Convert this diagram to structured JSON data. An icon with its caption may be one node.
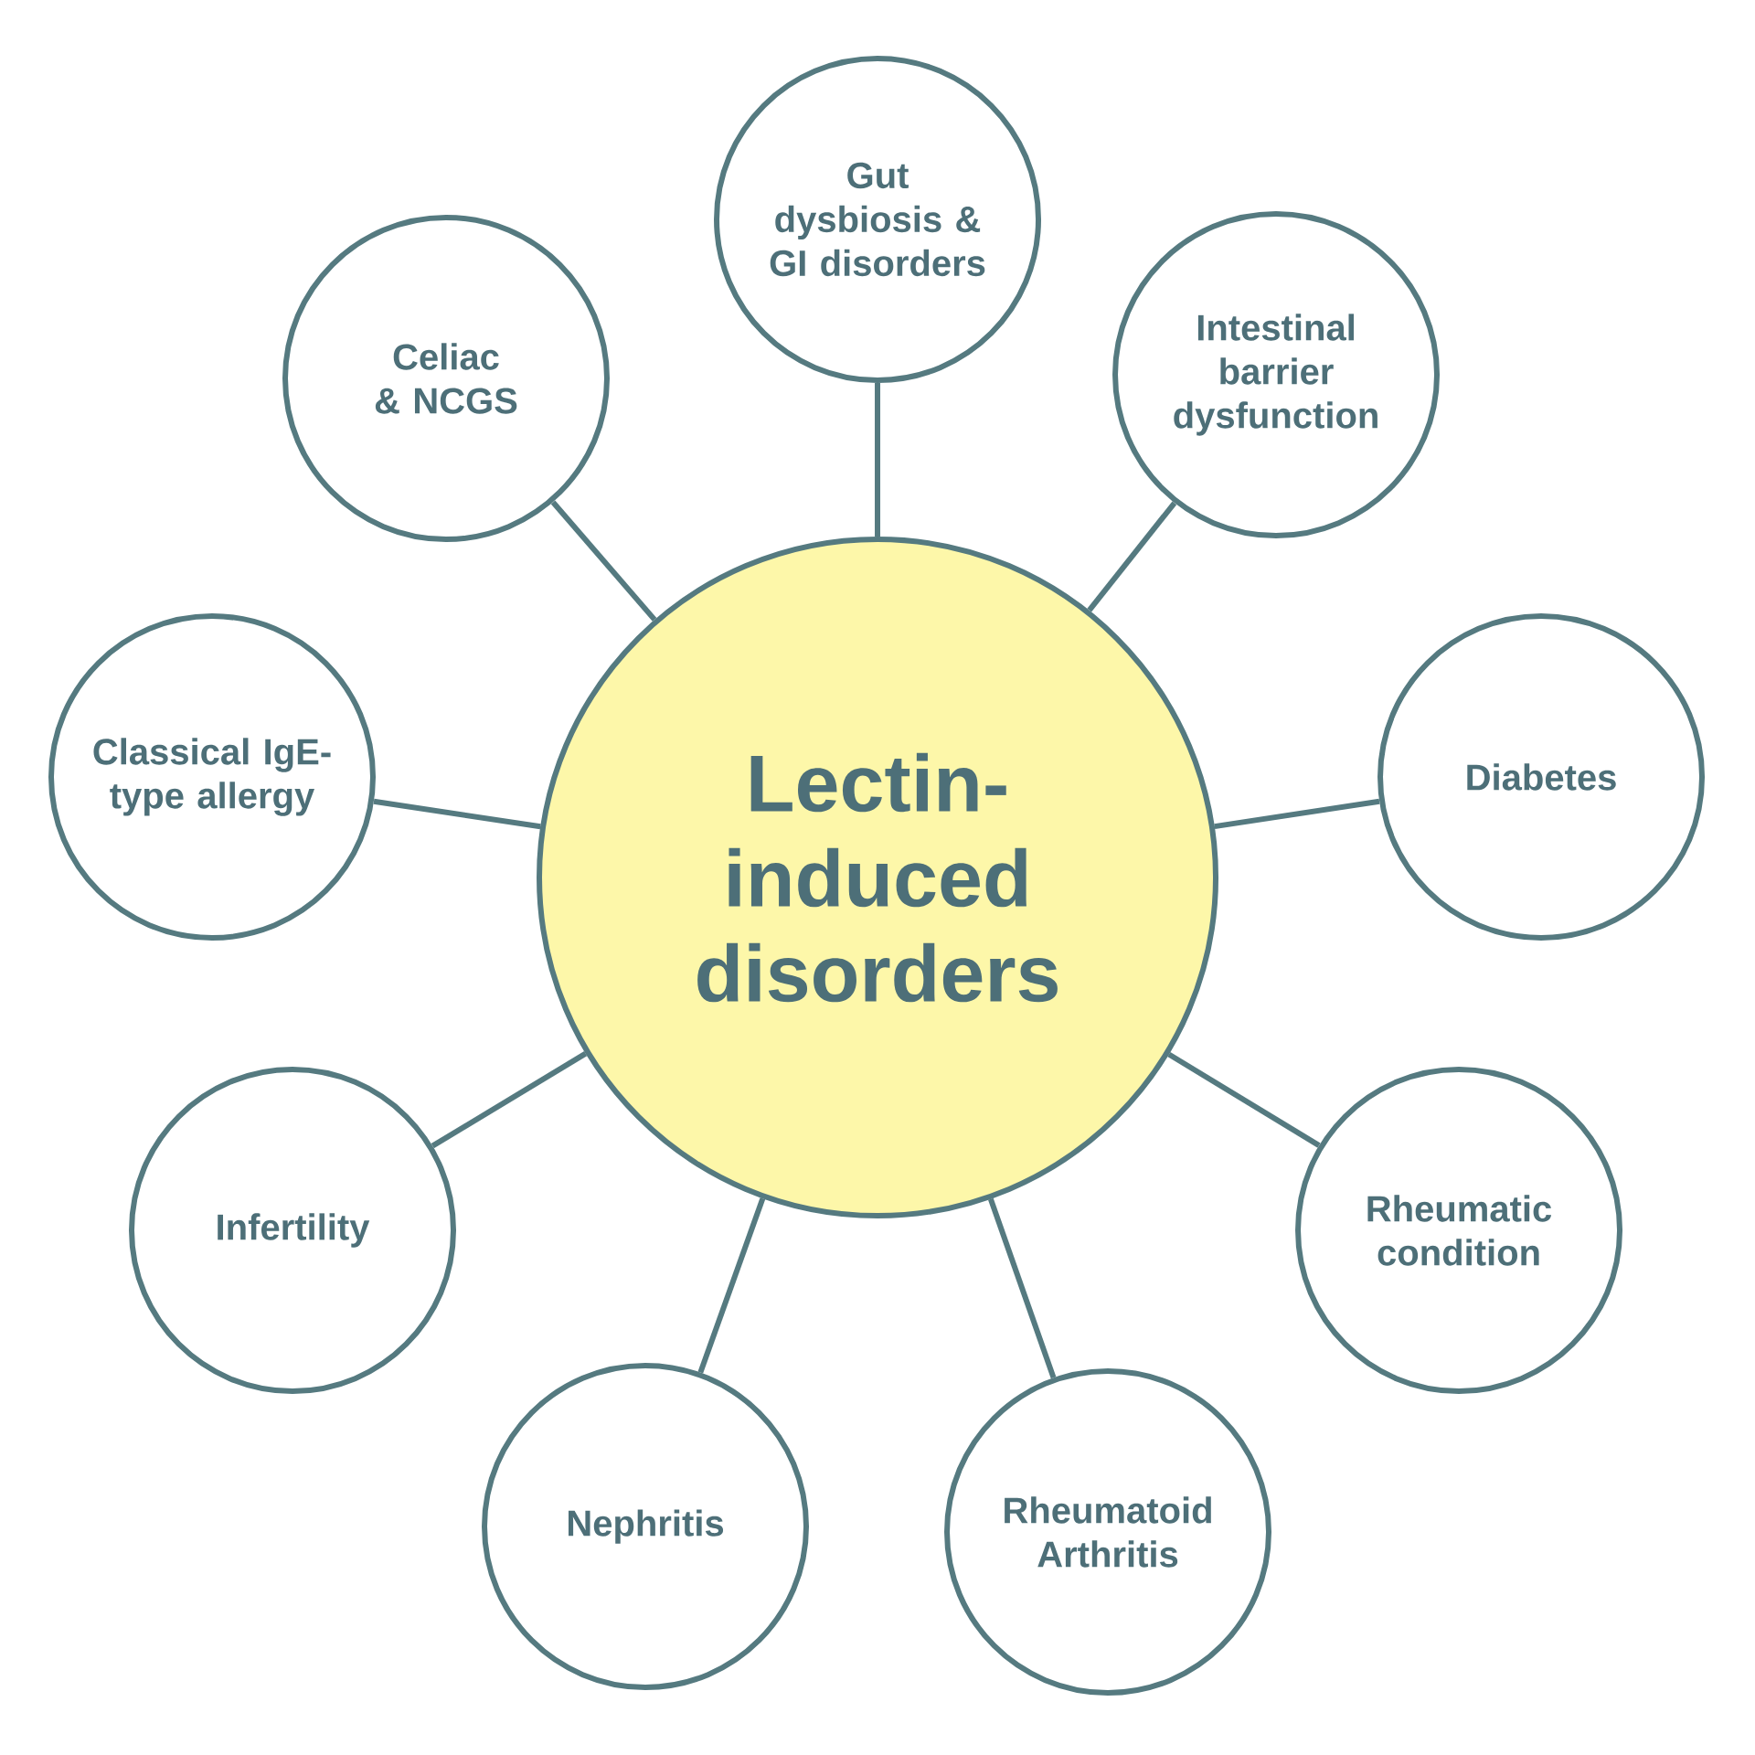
{
  "diagram": {
    "nodes": [
      {
        "text": [
          "Lectin-induced disorders"
        ]
      },
      {
        "text": [
          "Gut dysbiosis & GI disorders"
        ]
      },
      {
        "text": [
          "Intestinal barrier dysfunction"
        ]
      },
      {
        "text": [
          "Diabetes"
        ]
      },
      {
        "text": [
          "Rheumatic condition"
        ]
      },
      {
        "text": [
          "Rheumatoid Arthritis"
        ]
      },
      {
        "text": [
          "Nephritis"
        ]
      },
      {
        "text": [
          "Infertility"
        ]
      },
      {
        "text": [
          "Classical IgE-type allergy"
        ]
      },
      {
        "text": [
          "Celiac & NCGS"
        ]
      }
    ],
    "edges": [
      {
        "from": 0,
        "to": 1,
        "arrow": "none"
      },
      {
        "from": 0,
        "to": 2,
        "arrow": "none"
      },
      {
        "from": 0,
        "to": 3,
        "arrow": "none"
      },
      {
        "from": 0,
        "to": 4,
        "arrow": "none"
      },
      {
        "from": 0,
        "to": 5,
        "arrow": "none"
      },
      {
        "from": 0,
        "to": 6,
        "arrow": "none"
      },
      {
        "from": 0,
        "to": 7,
        "arrow": "none"
      },
      {
        "from": 0,
        "to": 8,
        "arrow": "none"
      },
      {
        "from": 0,
        "to": 9,
        "arrow": "none"
      }
    ]
  }
}
